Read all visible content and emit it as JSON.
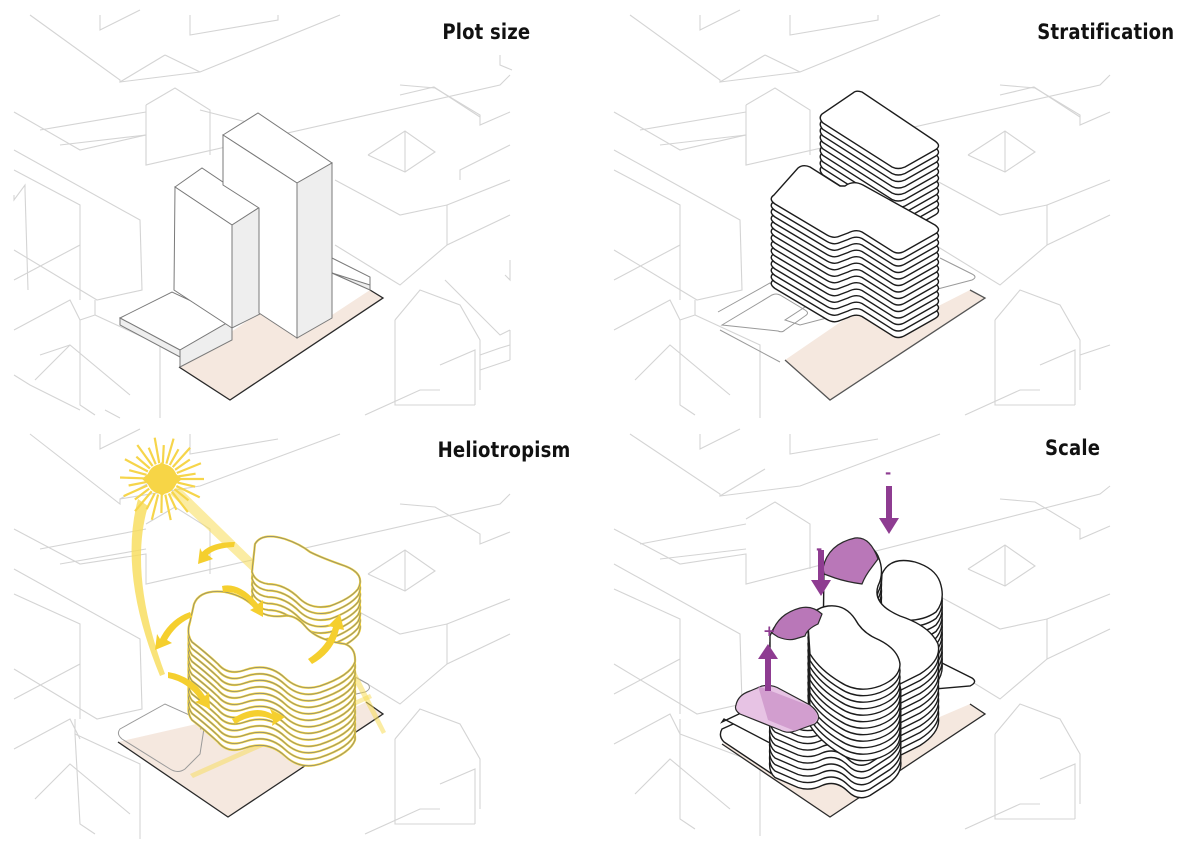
{
  "figure": {
    "layout": "2x2 grid of isometric architectural massing diagrams",
    "background_color": "#ffffff",
    "context_line_color": "#d4d4d4",
    "plot_fill_color": "#f5e8df",
    "panels": [
      {
        "id": "plot-size",
        "title": "Plot size",
        "position": "top-left",
        "description": "Two extruded rectangular towers (shorter left, taller right) on a beige plot within grey urban context"
      },
      {
        "id": "stratification",
        "title": "Stratification",
        "position": "top-right",
        "description": "Massing divided into stacked rounded floor slabs, L-shaped lower block and taller rear block"
      },
      {
        "id": "heliotropism",
        "title": "Heliotropism",
        "position": "bottom-left",
        "description": "Undulating yellow-outlined slabs with sun and curved yellow arrows showing orientation to sunlight",
        "accent_color": "#f5cf2e"
      },
      {
        "id": "scale",
        "title": "Scale",
        "position": "bottom-right",
        "description": "Curved stacked slabs with purple highlighted roof areas; arrows indicate height adjustments",
        "accent_color": "#8e3c91",
        "annotations": [
          {
            "symbol": "-",
            "direction": "down",
            "target": "upper roof"
          },
          {
            "symbol": "-",
            "direction": "down",
            "target": "middle roof"
          },
          {
            "symbol": "+",
            "direction": "up",
            "target": "low podium roof"
          }
        ]
      }
    ]
  }
}
